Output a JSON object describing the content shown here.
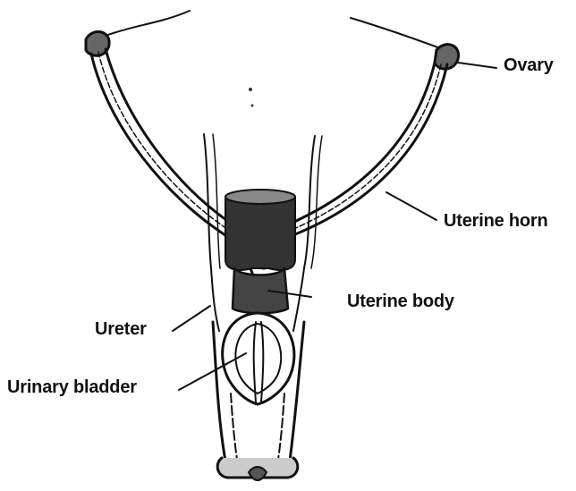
{
  "labels": {
    "ovary": "Ovary",
    "uterine_horn": "Uterine horn",
    "uterine_body": "Uterine body",
    "ureter": "Ureter",
    "urinary_bladder": "Urinary bladder"
  },
  "colors": {
    "ink": "#111111",
    "background": "#ffffff"
  }
}
